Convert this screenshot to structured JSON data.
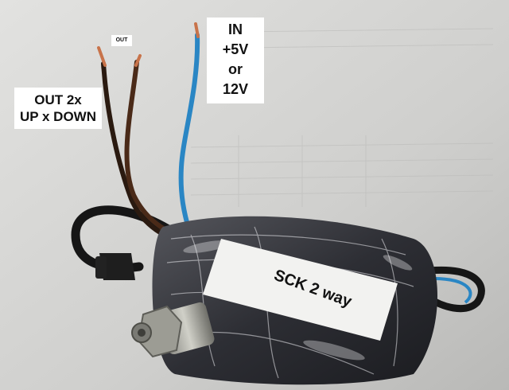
{
  "labels": {
    "out_small": "OUT",
    "out_2x_line1": "OUT  2x",
    "out_2x_line2": "UP x DOWN",
    "in_line1": "IN",
    "in_line2": "+5V",
    "in_line3": "or",
    "in_line4": "12V",
    "sticker": "SCK  2 way"
  },
  "colors": {
    "background": "#cfcfcd",
    "blue_wire": "#2a86c4",
    "brown_wire": "#4a2a18",
    "black_wire": "#161616",
    "copper": "#c8734a",
    "label_bg": "#ffffff"
  }
}
